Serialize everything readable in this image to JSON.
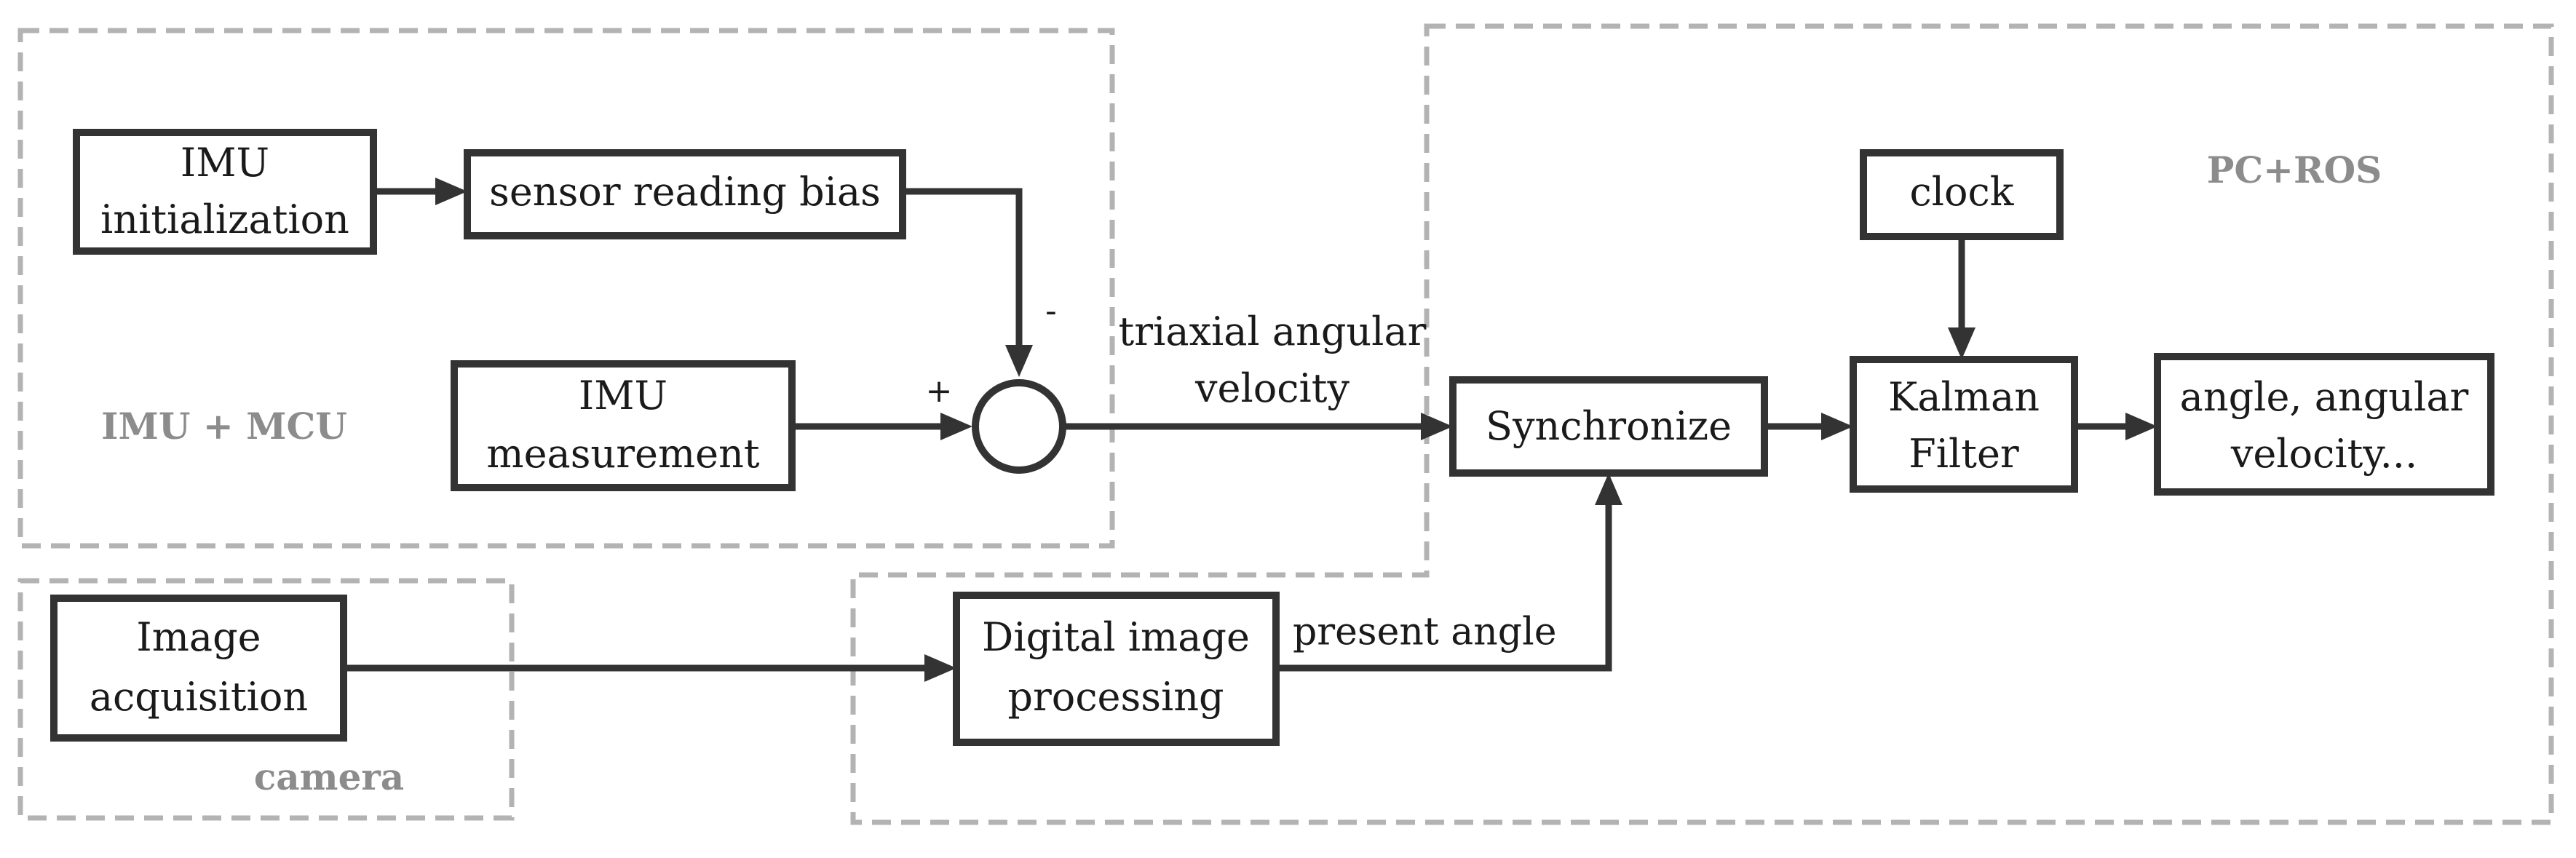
{
  "groups": {
    "imu_mcu": "IMU + MCU",
    "pc_ros": "PC+ROS",
    "camera": "camera"
  },
  "blocks": {
    "imu_init": [
      "IMU",
      "initialization"
    ],
    "sensor_bias": "sensor reading bias",
    "imu_measurement": [
      "IMU",
      "measurement"
    ],
    "image_acquisition": [
      "Image",
      "acquisition"
    ],
    "digital_image_processing": [
      "Digital image",
      "processing"
    ],
    "synchronize": "Synchronize",
    "clock": "clock",
    "kalman_filter": [
      "Kalman",
      "Filter"
    ],
    "output": [
      "angle, angular",
      "velocity..."
    ]
  },
  "signals": {
    "minus_sign": "-",
    "plus_sign": "+",
    "triaxial": [
      "triaxial angular",
      "velocity"
    ],
    "present_angle": "present angle"
  },
  "colors": {
    "block_stroke": "#333333",
    "group_dash": "#b3b3b3",
    "group_label": "#8c8c8c"
  }
}
